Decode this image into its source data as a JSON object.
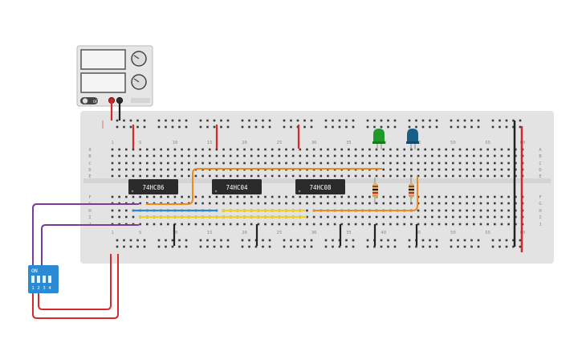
{
  "power_supply": {
    "on_label": "OFF"
  },
  "chips": [
    {
      "label": "74HC86"
    },
    {
      "label": "74HC04"
    },
    {
      "label": "74HC08"
    }
  ],
  "breadboard": {
    "column_numbers": [
      "1",
      "5",
      "10",
      "15",
      "20",
      "25",
      "30",
      "35",
      "40",
      "45",
      "50",
      "55",
      "60"
    ],
    "row_letters_top": [
      "A",
      "B",
      "C",
      "D",
      "E"
    ],
    "row_letters_bottom": [
      "F",
      "G",
      "H",
      "I",
      "J"
    ]
  },
  "dip_switch": {
    "on_label": "ON",
    "positions": [
      "1",
      "2",
      "3",
      "4"
    ]
  },
  "leds": [
    {
      "color": "green",
      "hex": "#1f9a2a"
    },
    {
      "color": "blue",
      "hex": "#1b5f86"
    }
  ],
  "wire_colors": {
    "red": "#d42a2a",
    "black": "#222222",
    "orange": "#f08a1a",
    "purple": "#7a3b9a",
    "blue": "#2a8ad4",
    "yellow": "#f0d21a"
  }
}
